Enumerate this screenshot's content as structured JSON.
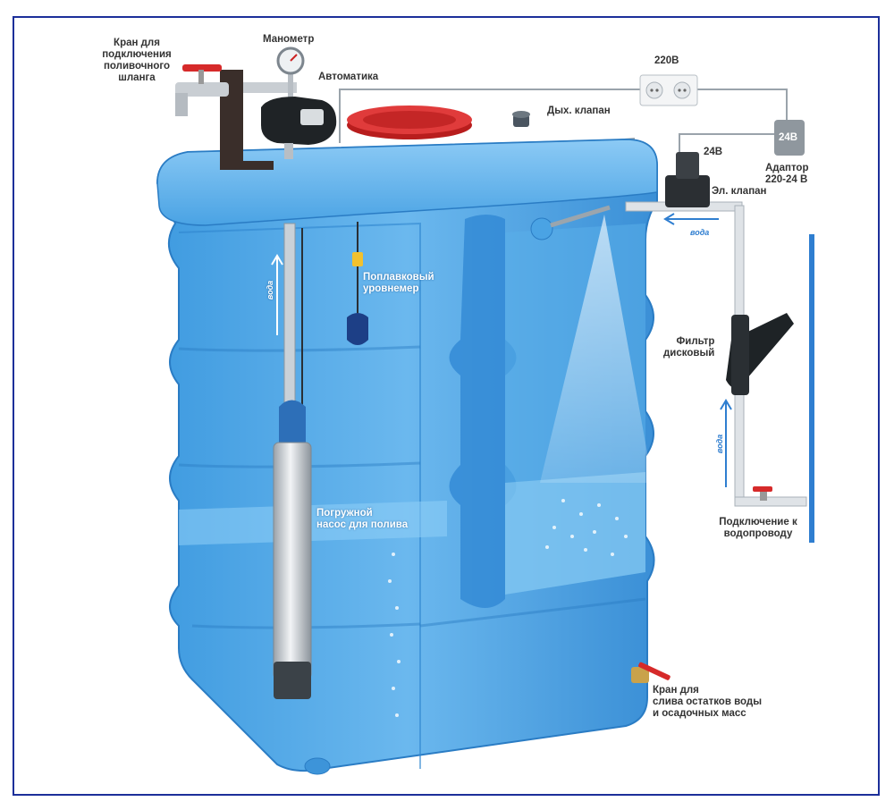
{
  "labels": {
    "hose_tap": "Кран для\nподключения\nполивочного\nшланга",
    "manometer": "Манометр",
    "automation": "Автоматика",
    "v220": "220В",
    "breather": "Дых. клапан",
    "v24_top": "24В",
    "v24_box": "24В",
    "adapter": "Адаптор\n220-24 В",
    "solenoid": "Эл. клапан",
    "float_sensor": "Поплавковый\nуровнемер",
    "disc_filter": "Фильтр\nдисковый",
    "submersible_pump": "Погружной\nнасос для полива",
    "mains_connection": "Подключение к\nводопроводу",
    "drain_tap": "Кран для\nслива остатков воды\nи осадочных масс",
    "water_1": "вода",
    "water_2": "вода",
    "water_3": "вода"
  },
  "colors": {
    "frame": "#1c2f9a",
    "tank_light": "#5fb0ea",
    "tank_mid": "#3a95dc",
    "tank_dark": "#2378c4",
    "pipe": "#d8dde2",
    "wire": "#9aa3ab",
    "red_handle": "#d62a2a"
  },
  "icons": {
    "socket": "power-outlet-icon",
    "gauge": "pressure-gauge-icon",
    "arrow": "flow-arrow-icon"
  }
}
